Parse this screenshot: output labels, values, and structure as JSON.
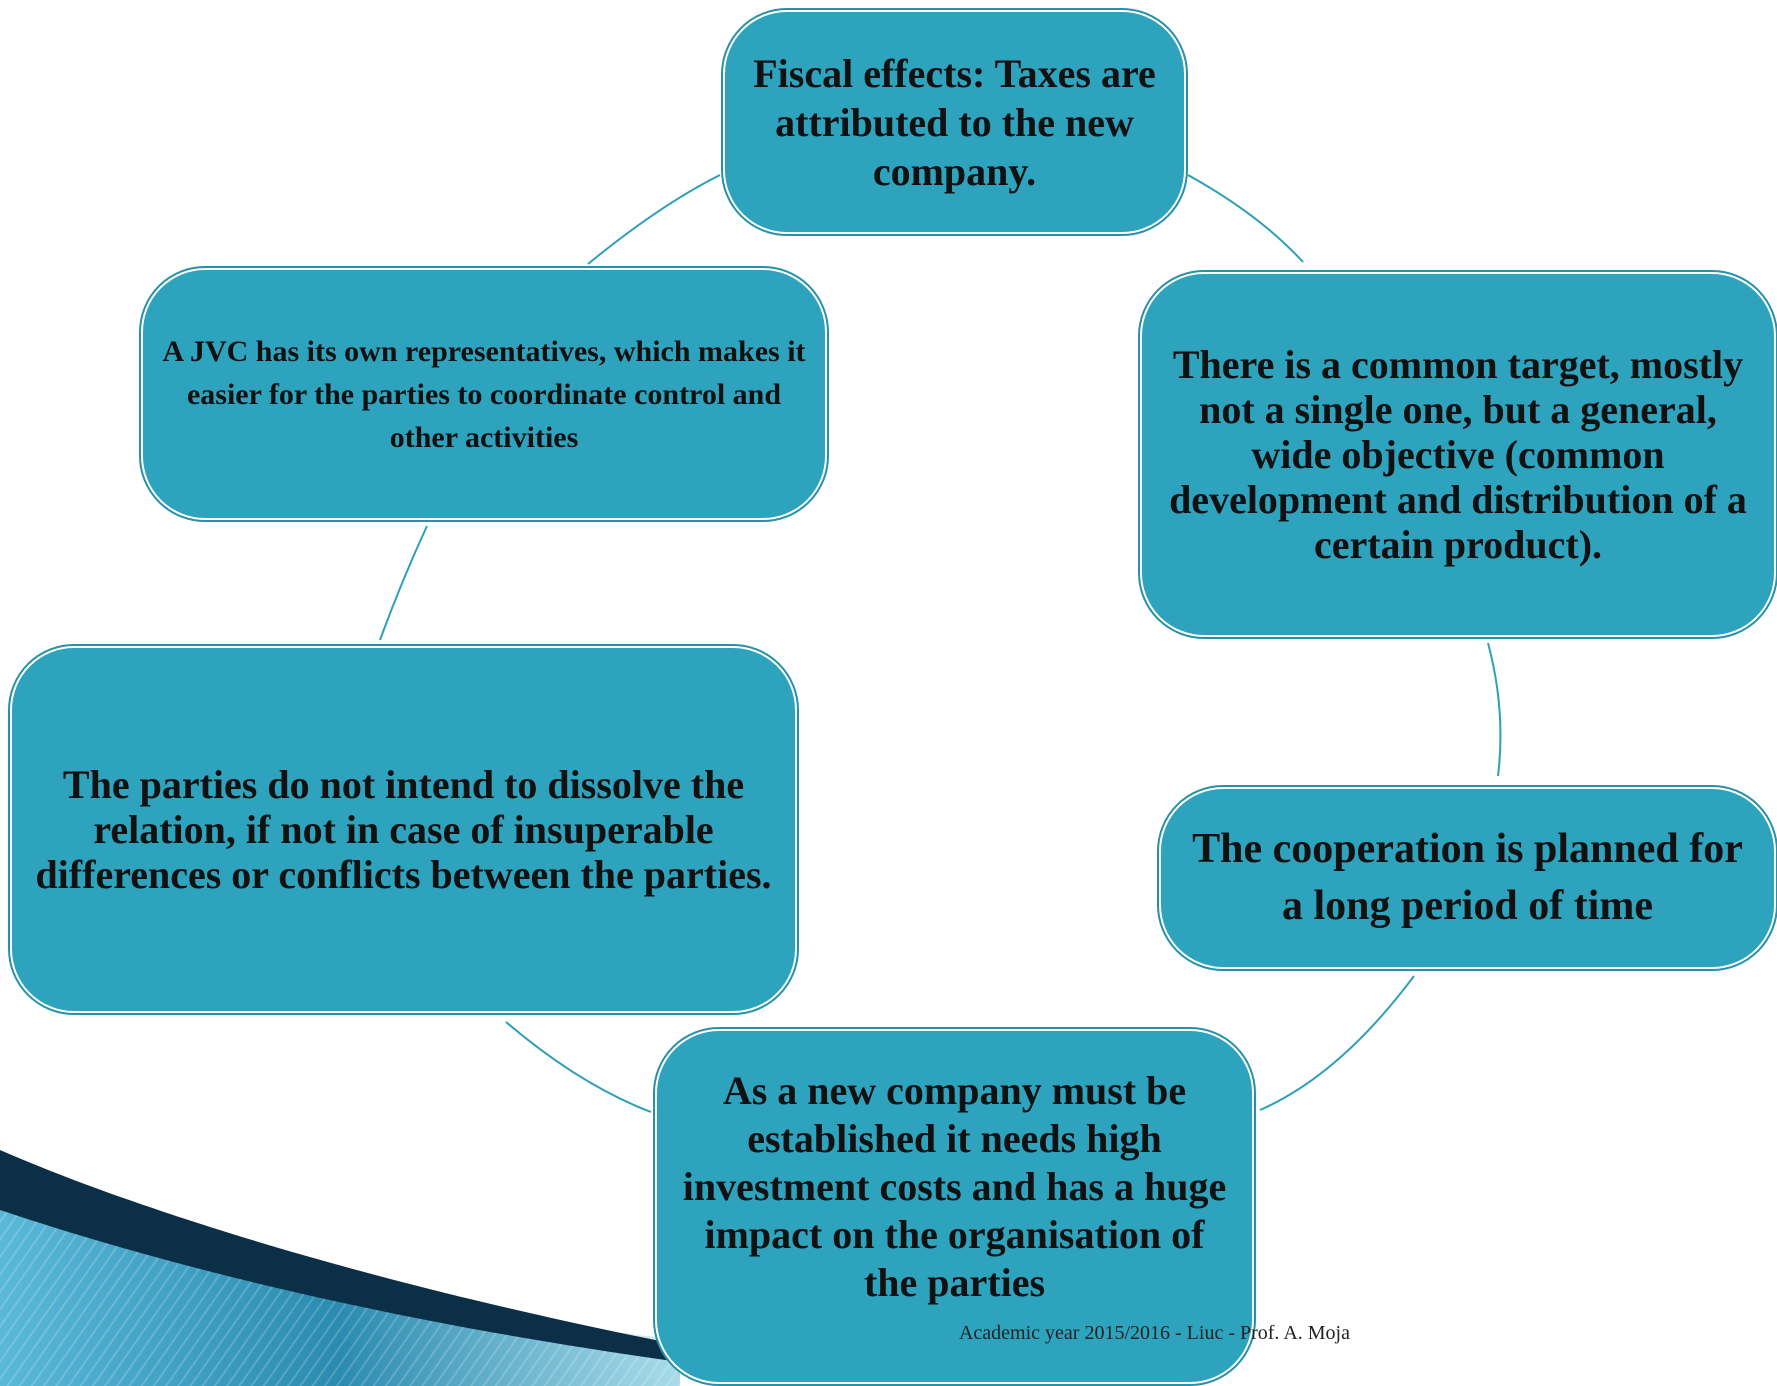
{
  "nodes": {
    "fiscal": "Fiscal effects: Taxes are attributed to the new company.",
    "target": "There is a common target, mostly not a single one, but a general, wide objective (common development and distribution of a certain product).",
    "cooperation": "The cooperation is planned for a long period of time",
    "investment": "As a new company must be established it needs high investment costs and has a huge impact on the organisation of the parties",
    "dissolve": "The parties do not intend to dissolve the relation, if not in case of insuperable differences or conflicts between the parties.",
    "representatives": "A JVC has its own representatives, which makes it easier for the parties to coordinate control and other activities"
  },
  "footer": {
    "text": "Academic year 2015/2016 - Liuc - Prof. A. Moja"
  },
  "colors": {
    "node_fill": "#2ea3bd",
    "node_border": "#2791aa",
    "connector": "#2e9fb8",
    "corner_dark": "#0b2f46",
    "corner_mid": "#2a8bb0",
    "corner_light": "#7fcde3"
  }
}
